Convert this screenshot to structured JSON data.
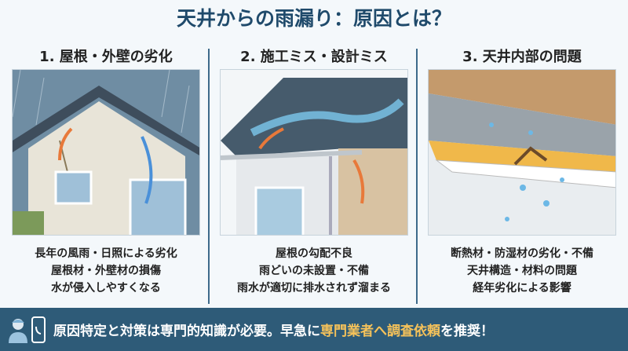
{
  "title": "天井からの雨漏り：原因とは？",
  "columns": [
    {
      "heading": "1. 屋根・外壁の劣化",
      "lines": [
        "長年の風雨・日照による劣化",
        "屋根材・外壁材の損傷",
        "水が侵入しやすくなる"
      ]
    },
    {
      "heading": "2. 施工ミス・設計ミス",
      "lines": [
        "屋根の勾配不良",
        "雨どいの未設置・不備",
        "雨水が適切に排水されず溜まる"
      ]
    },
    {
      "heading": "3. 天井内部の問題",
      "lines": [
        "断熱材・防湿材の劣化・不備",
        "天井構造・材料の問題",
        "経年劣化による影響"
      ]
    }
  ],
  "banner": {
    "text_before": "原因特定と対策は専門的知識が必要。早急に",
    "highlight": "専門業者へ調査依頼",
    "text_after": "を推奨！"
  },
  "colors": {
    "title": "#1f4a6b",
    "banner": "#2e5b78",
    "highlight": "#f5c25a"
  }
}
